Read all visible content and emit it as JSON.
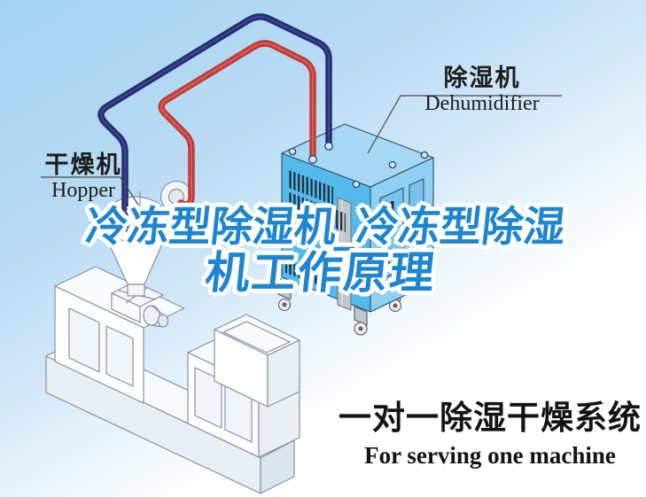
{
  "labels": {
    "hopper": {
      "zh": "干燥机",
      "en": "Hopper"
    },
    "dehumidifier": {
      "zh": "除湿机",
      "en": "Dehumidifier"
    }
  },
  "title": {
    "line1": "冷冻型除湿机_冷冻型除湿",
    "line2": "机工作原理"
  },
  "caption": {
    "zh": "一对一除湿干燥系统",
    "en": "For serving one machine"
  },
  "colors": {
    "title_blue": "#1e85d0",
    "pipe_red": "#c13b37",
    "pipe_navy": "#272d74",
    "machine_blue": "#55b9ea",
    "sky_blue": "#a6d4f0"
  }
}
